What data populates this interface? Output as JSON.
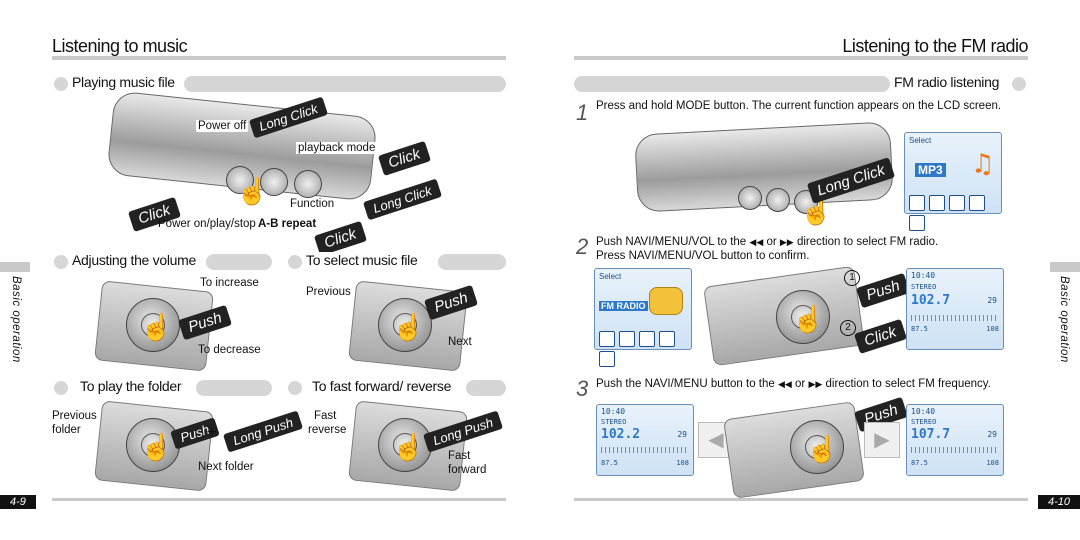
{
  "left": {
    "page_title": "Listening to music",
    "sec_playing": "Playing music file",
    "power_off": "Power off",
    "long_click": "Long Click",
    "playback_mode": "playback mode",
    "click": "Click",
    "function": "Function",
    "power_play": "Power on/play/stop",
    "ab_repeat": "A-B repeat",
    "sec_volume": "Adjusting the volume",
    "to_increase": "To increase",
    "to_decrease": "To decrease",
    "push": "Push",
    "sec_select": "To select music file",
    "previous": "Previous",
    "next": "Next",
    "sec_folder": "To play the  folder",
    "previous_folder_1": "Previous",
    "previous_folder_2": "folder",
    "plus": "+",
    "long_push": "Long Push",
    "next_folder": "Next folder",
    "sec_ff": "To fast forward/ reverse",
    "fast_reverse_1": "Fast",
    "fast_reverse_2": "reverse",
    "fast_forward_1": "Fast",
    "fast_forward_2": "forward",
    "side_label": "Basic operation",
    "page_number": "4-9"
  },
  "right": {
    "page_title": "Listening to the FM radio",
    "sec_fm": "FM radio listening",
    "step1_num": "1",
    "step1_text": "Press and hold MODE button. The current function appears on the LCD screen.",
    "long_click": "Long Click",
    "select_label": "Select",
    "mp3_label": "MP3",
    "step2_num": "2",
    "step2_text_a": "Push NAVI/MENU/VOL to the",
    "step2_text_or": "or",
    "step2_text_b": "direction to select FM radio.",
    "step2_text_2": "Press NAVI/MENU/VOL button to confirm.",
    "fm_radio_label": "FM RADIO",
    "push": "Push",
    "click": "Click",
    "circle1": "1",
    "circle2": "2",
    "step3_num": "3",
    "step3_text_a": "Push the NAVI/MENU button to the",
    "step3_text_or": "or",
    "step3_text_b": "direction to select FM frequency.",
    "screen_a": {
      "time": "10:40",
      "stereo": "STEREO",
      "freq": "102.7",
      "vol": "29",
      "low": "87.5",
      "high": "108"
    },
    "screen_b": {
      "time": "10:40",
      "stereo": "STEREO",
      "freq": "102.2",
      "vol": "29",
      "low": "87.5",
      "high": "108"
    },
    "screen_c": {
      "time": "10:40",
      "stereo": "STEREO",
      "freq": "107.7",
      "vol": "29",
      "low": "87.5",
      "high": "108"
    },
    "side_label": "Basic operation",
    "page_number": "4-10"
  },
  "colors": {
    "rule": "#c9c9c9",
    "screen_blue": "#2d78c8",
    "label_dark": "#111111"
  },
  "icons": [
    "hand-pointer-icon",
    "prev-track-icon",
    "next-track-icon",
    "music-note-icon",
    "radio-icon",
    "camera-icon",
    "mic-icon",
    "folder-icon"
  ]
}
